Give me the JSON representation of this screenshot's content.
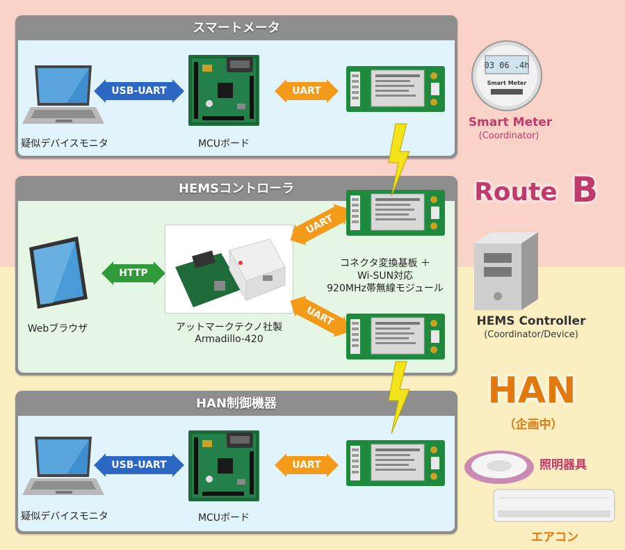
{
  "panels": {
    "smart_meter": "スマートメータ",
    "hems": "HEMSコントローラ",
    "han": "HAN制御機器"
  },
  "top": {
    "monitor_label": "疑似デバイスモニタ",
    "mcu_label": "MCUボード",
    "usb_uart": "USB-UART",
    "uart": "UART"
  },
  "middle": {
    "browser_label": "Webブラウザ",
    "http": "HTTP",
    "uart_upper": "UART",
    "uart_lower": "UART",
    "armadillo_maker": "アットマークテクノ社製",
    "armadillo_model": "Armadillo-420",
    "module_line1": "コネクタ変換基板 ＋",
    "module_line2": "Wi-SUN対応",
    "module_line3": "920MHz帯無線モジュール"
  },
  "bottom": {
    "monitor_label": "疑似デバイスモニタ",
    "mcu_label": "MCUボード",
    "usb_uart": "USB-UART",
    "uart": "UART"
  },
  "right": {
    "smart_meter_title": "Smart Meter",
    "smart_meter_role": "(Coordinator)",
    "meter_screen_text": "03 06 .4h",
    "meter_caption": "Smart Meter",
    "route_text": "Route",
    "route_letter": "B",
    "hems_title": "HEMS Controller",
    "hems_role": "(Coordinator/Device)",
    "han_title": "HAN",
    "han_sub": "（企画中）",
    "lighting": "照明器具",
    "aircon": "エアコン"
  },
  "colors": {
    "smart_meter_title": "#c23a6b",
    "route": "#c23a6b",
    "han": "#e07a10",
    "lighting": "#c23a6b",
    "aircon": "#e07a10"
  }
}
